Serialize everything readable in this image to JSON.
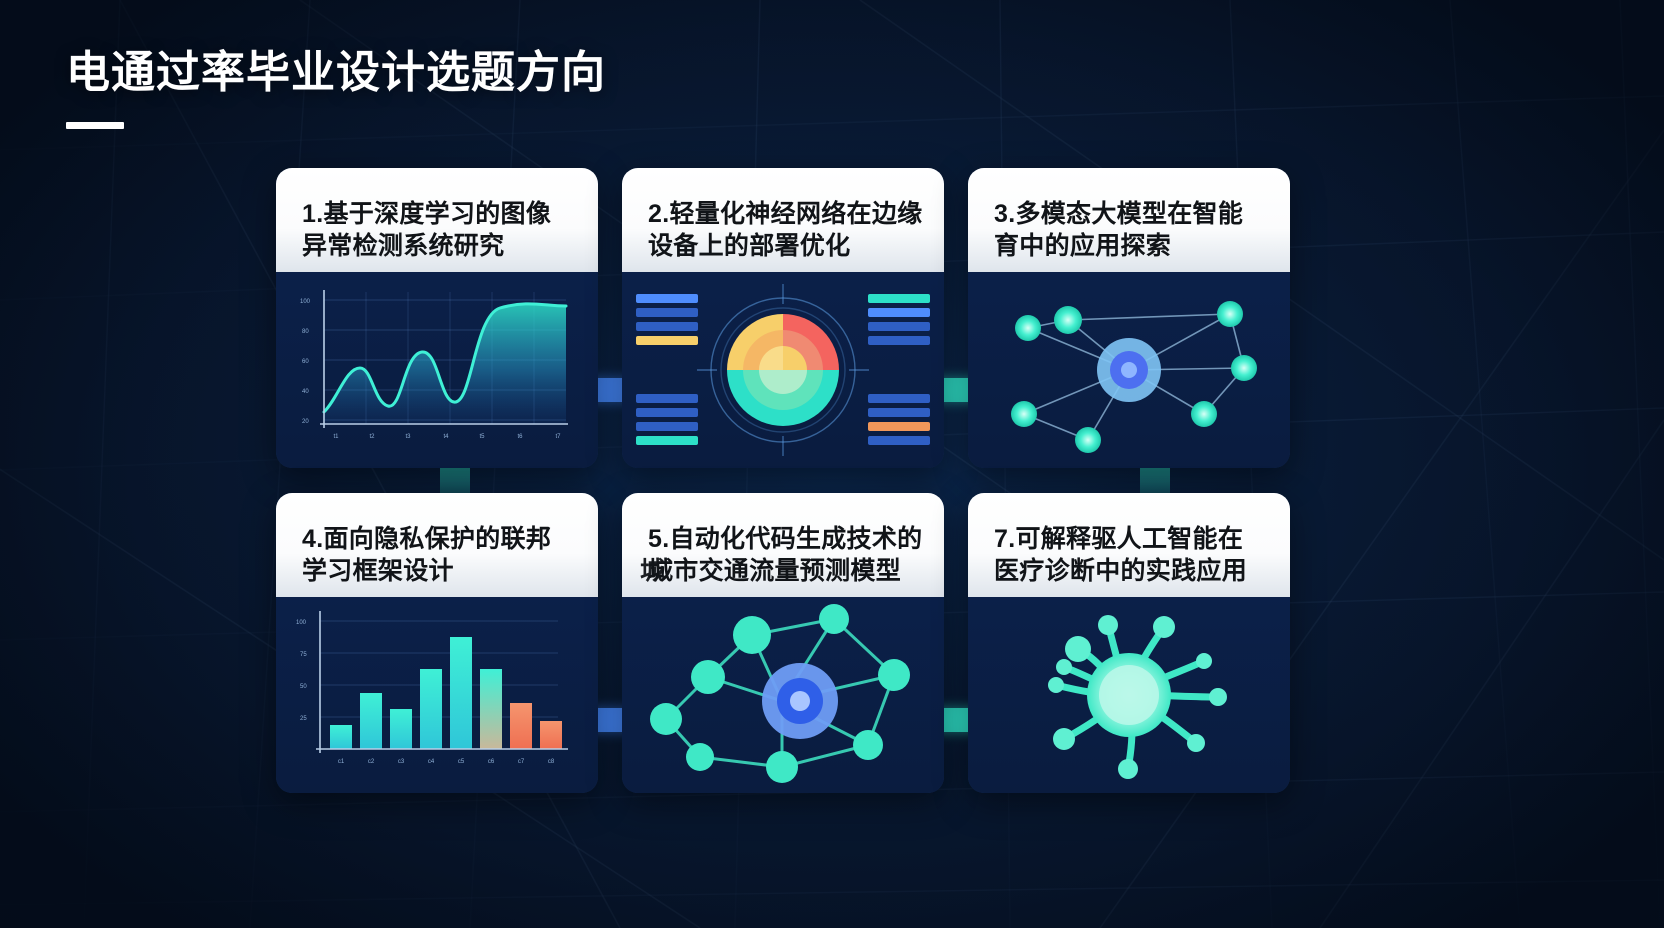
{
  "slide": {
    "title": "电通过率毕业设计选题方向",
    "accent_blue": "#3b82f6",
    "accent_teal": "#2de0c8",
    "bg_navy": "#0a1c38",
    "card_head_bg": "#ffffff"
  },
  "cards": [
    {
      "id": 1,
      "title_line1": "1.基于深度学习的图像",
      "title_line2": "异常检测系统研究",
      "visual": "area-line-chart"
    },
    {
      "id": 2,
      "title_line1": "2.轻量化神经网络在边缘",
      "title_line2": "设备上的部署优化",
      "visual": "radial-donut-dashboard"
    },
    {
      "id": 3,
      "title_line1": "3.多模态大模型在智能",
      "title_line2": "育中的应用探索",
      "visual": "node-network-hub"
    },
    {
      "id": 4,
      "title_line1": "4.面向隐私保护的联邦",
      "title_line2": "学习框架设计",
      "visual": "bar-chart"
    },
    {
      "id": 5,
      "title_line1": "5.自动化代码生成技术的",
      "title_line2": "城市交通流量预测模型",
      "title_line2_ghost": "城",
      "visual": "graph-network-hub"
    },
    {
      "id": 7,
      "title_line1": "7.可解释驱人工智能在",
      "title_line2": "医疗诊断中的实践应用",
      "visual": "neuron-burst"
    }
  ],
  "arrows": [
    {
      "name": "arrow-card1-to-card2",
      "color": "#3b82f6",
      "direction": "right"
    },
    {
      "name": "arrow-card2-to-card3",
      "color": "#2de0c8",
      "direction": "right"
    },
    {
      "name": "arrow-card3-to-card7",
      "color": "#2de0c8",
      "direction": "down"
    },
    {
      "name": "arrow-card4-to-card5",
      "color": "#3b82f6",
      "direction": "right"
    },
    {
      "name": "arrow-card5-to-card7",
      "color": "#2de0c8",
      "direction": "right"
    },
    {
      "name": "arrow-card1-to-card4",
      "color": "#2de0c8",
      "direction": "down"
    }
  ],
  "chart_data": [
    {
      "card_id": 1,
      "type": "area",
      "title": "",
      "xlabel": "",
      "ylabel": "",
      "x": [
        "t1",
        "t2",
        "t3",
        "t4",
        "t5",
        "t6",
        "t7"
      ],
      "values": [
        12,
        38,
        20,
        58,
        30,
        72,
        95
      ],
      "ylim": [
        0,
        100
      ],
      "yticks": [
        0,
        20,
        40,
        60,
        80,
        100
      ],
      "grid": true,
      "legend": "none",
      "series_color": "#2de0c8",
      "fill": "teal-to-blue-gradient"
    },
    {
      "card_id": 2,
      "type": "pie",
      "title": "",
      "labels": [
        "上右 红",
        "上左 黄",
        "下 青"
      ],
      "values": [
        25,
        25,
        50
      ],
      "colors": [
        "#f4645f",
        "#f7cf6a",
        "#2de0c8"
      ],
      "rings": 3,
      "legend": "none",
      "side_bars_left": [
        "#4a7fe0",
        "#3f6fd6",
        "#3565c8",
        "#f7cf6a"
      ],
      "side_bars_right": [
        "#2de0c8",
        "#4a7fe0",
        "#3f6fd6",
        "#f0975a"
      ]
    },
    {
      "card_id": 4,
      "type": "bar",
      "title": "",
      "xlabel": "",
      "ylabel": "",
      "categories": [
        "c1",
        "c2",
        "c3",
        "c4",
        "c5",
        "c6",
        "c7",
        "c8"
      ],
      "values": [
        18,
        45,
        30,
        62,
        88,
        63,
        36,
        22
      ],
      "ylim": [
        0,
        100
      ],
      "yticks": [
        0,
        25,
        50,
        75,
        100
      ],
      "grid": true,
      "legend": "none",
      "bar_colors": [
        "#2de0c8",
        "#2de0c8",
        "#2de0c8",
        "#2de0c8",
        "#2de0c8",
        "#7fd5bf",
        "#f5875f",
        "#ef6f52"
      ]
    }
  ]
}
